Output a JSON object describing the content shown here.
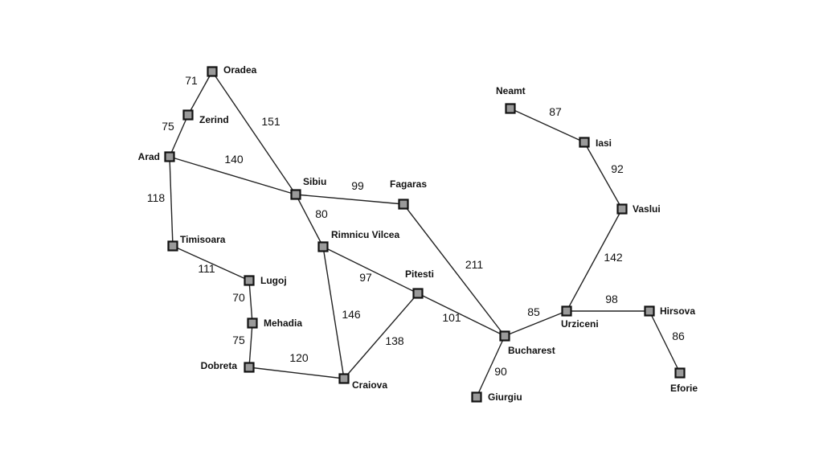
{
  "cities": [
    {
      "id": "oradea",
      "name": "Oradea"
    },
    {
      "id": "zerind",
      "name": "Zerind"
    },
    {
      "id": "arad",
      "name": "Arad"
    },
    {
      "id": "sibiu",
      "name": "Sibiu"
    },
    {
      "id": "fagaras",
      "name": "Fagaras"
    },
    {
      "id": "timisoara",
      "name": "Timisoara"
    },
    {
      "id": "rimnicu-vilcea",
      "name": "Rimnicu Vilcea"
    },
    {
      "id": "lugoj",
      "name": "Lugoj"
    },
    {
      "id": "pitesti",
      "name": "Pitesti"
    },
    {
      "id": "mehadia",
      "name": "Mehadia"
    },
    {
      "id": "dobreta",
      "name": "Dobreta"
    },
    {
      "id": "craiova",
      "name": "Craiova"
    },
    {
      "id": "bucharest",
      "name": "Bucharest"
    },
    {
      "id": "giurgiu",
      "name": "Giurgiu"
    },
    {
      "id": "urziceni",
      "name": "Urziceni"
    },
    {
      "id": "hirsova",
      "name": "Hirsova"
    },
    {
      "id": "eforie",
      "name": "Eforie"
    },
    {
      "id": "vaslui",
      "name": "Vaslui"
    },
    {
      "id": "iasi",
      "name": "Iasi"
    },
    {
      "id": "neamt",
      "name": "Neamt"
    }
  ],
  "roads": [
    {
      "from": "oradea",
      "to": "zerind",
      "distance": "71"
    },
    {
      "from": "zerind",
      "to": "arad",
      "distance": "75"
    },
    {
      "from": "oradea",
      "to": "sibiu",
      "distance": "151"
    },
    {
      "from": "arad",
      "to": "sibiu",
      "distance": "140"
    },
    {
      "from": "arad",
      "to": "timisoara",
      "distance": "118"
    },
    {
      "from": "sibiu",
      "to": "fagaras",
      "distance": "99"
    },
    {
      "from": "sibiu",
      "to": "rimnicu-vilcea",
      "distance": "80"
    },
    {
      "from": "timisoara",
      "to": "lugoj",
      "distance": "111"
    },
    {
      "from": "lugoj",
      "to": "mehadia",
      "distance": "70"
    },
    {
      "from": "mehadia",
      "to": "dobreta",
      "distance": "75"
    },
    {
      "from": "dobreta",
      "to": "craiova",
      "distance": "120"
    },
    {
      "from": "rimnicu-vilcea",
      "to": "craiova",
      "distance": "146"
    },
    {
      "from": "rimnicu-vilcea",
      "to": "pitesti",
      "distance": "97"
    },
    {
      "from": "craiova",
      "to": "pitesti",
      "distance": "138"
    },
    {
      "from": "fagaras",
      "to": "bucharest",
      "distance": "211"
    },
    {
      "from": "pitesti",
      "to": "bucharest",
      "distance": "101"
    },
    {
      "from": "bucharest",
      "to": "giurgiu",
      "distance": "90"
    },
    {
      "from": "bucharest",
      "to": "urziceni",
      "distance": "85"
    },
    {
      "from": "urziceni",
      "to": "hirsova",
      "distance": "98"
    },
    {
      "from": "hirsova",
      "to": "eforie",
      "distance": "86"
    },
    {
      "from": "urziceni",
      "to": "vaslui",
      "distance": "142"
    },
    {
      "from": "vaslui",
      "to": "iasi",
      "distance": "92"
    },
    {
      "from": "iasi",
      "to": "neamt",
      "distance": "87"
    }
  ]
}
